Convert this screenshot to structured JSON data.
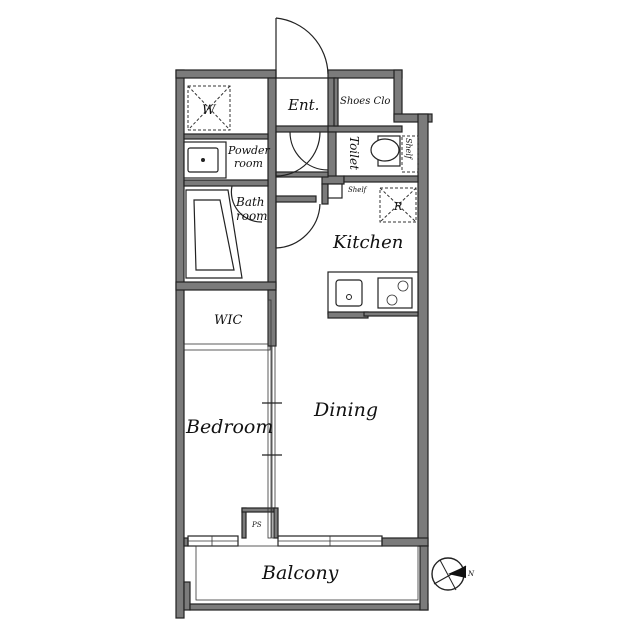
{
  "rooms": {
    "entrance": "Ent.",
    "shoes_closet": "Shoes Clo",
    "washer": "W",
    "powder_room": [
      "Powder",
      "room"
    ],
    "toilet": "Toilet",
    "shelf_small": "Shelf",
    "shelf_toilet": "Shelf",
    "refrigerator": "R",
    "bath_room": [
      "Bath",
      "room"
    ],
    "kitchen": "Kitchen",
    "wic": "WIC",
    "bedroom": "Bedroom",
    "dining": "Dining",
    "pipe_space": "PS",
    "balcony": "Balcony"
  },
  "compass": {
    "north_label": "N"
  }
}
